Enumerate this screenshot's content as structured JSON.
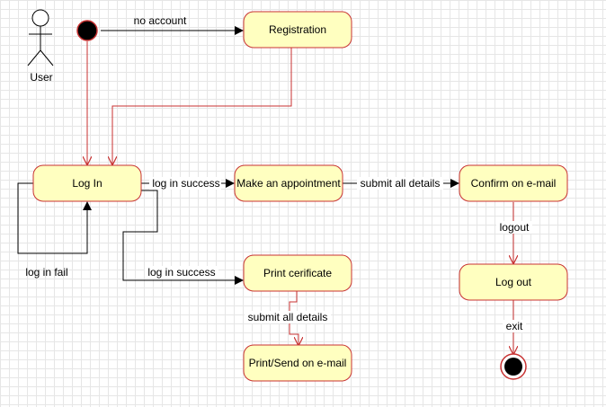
{
  "actor": {
    "label": "User"
  },
  "states": {
    "registration": "Registration",
    "login": "Log In",
    "appointment": "Make an appointment",
    "confirm": "Confirm on e-mail",
    "print_cert": "Print cerificate",
    "print_send": "Print/Send on e-mail",
    "logout": "Log out"
  },
  "transitions": {
    "no_account": "no account",
    "login_success_1": "log in success",
    "login_success_2": "log in success",
    "login_fail": "log in fail",
    "submit_1": "submit all details",
    "submit_2": "submit all details",
    "logout": "logout",
    "exit": "exit"
  },
  "colors": {
    "state_fill": "#ffffc0",
    "state_stroke": "#c83232",
    "edge_red": "#c83232",
    "edge_black": "#000000"
  }
}
